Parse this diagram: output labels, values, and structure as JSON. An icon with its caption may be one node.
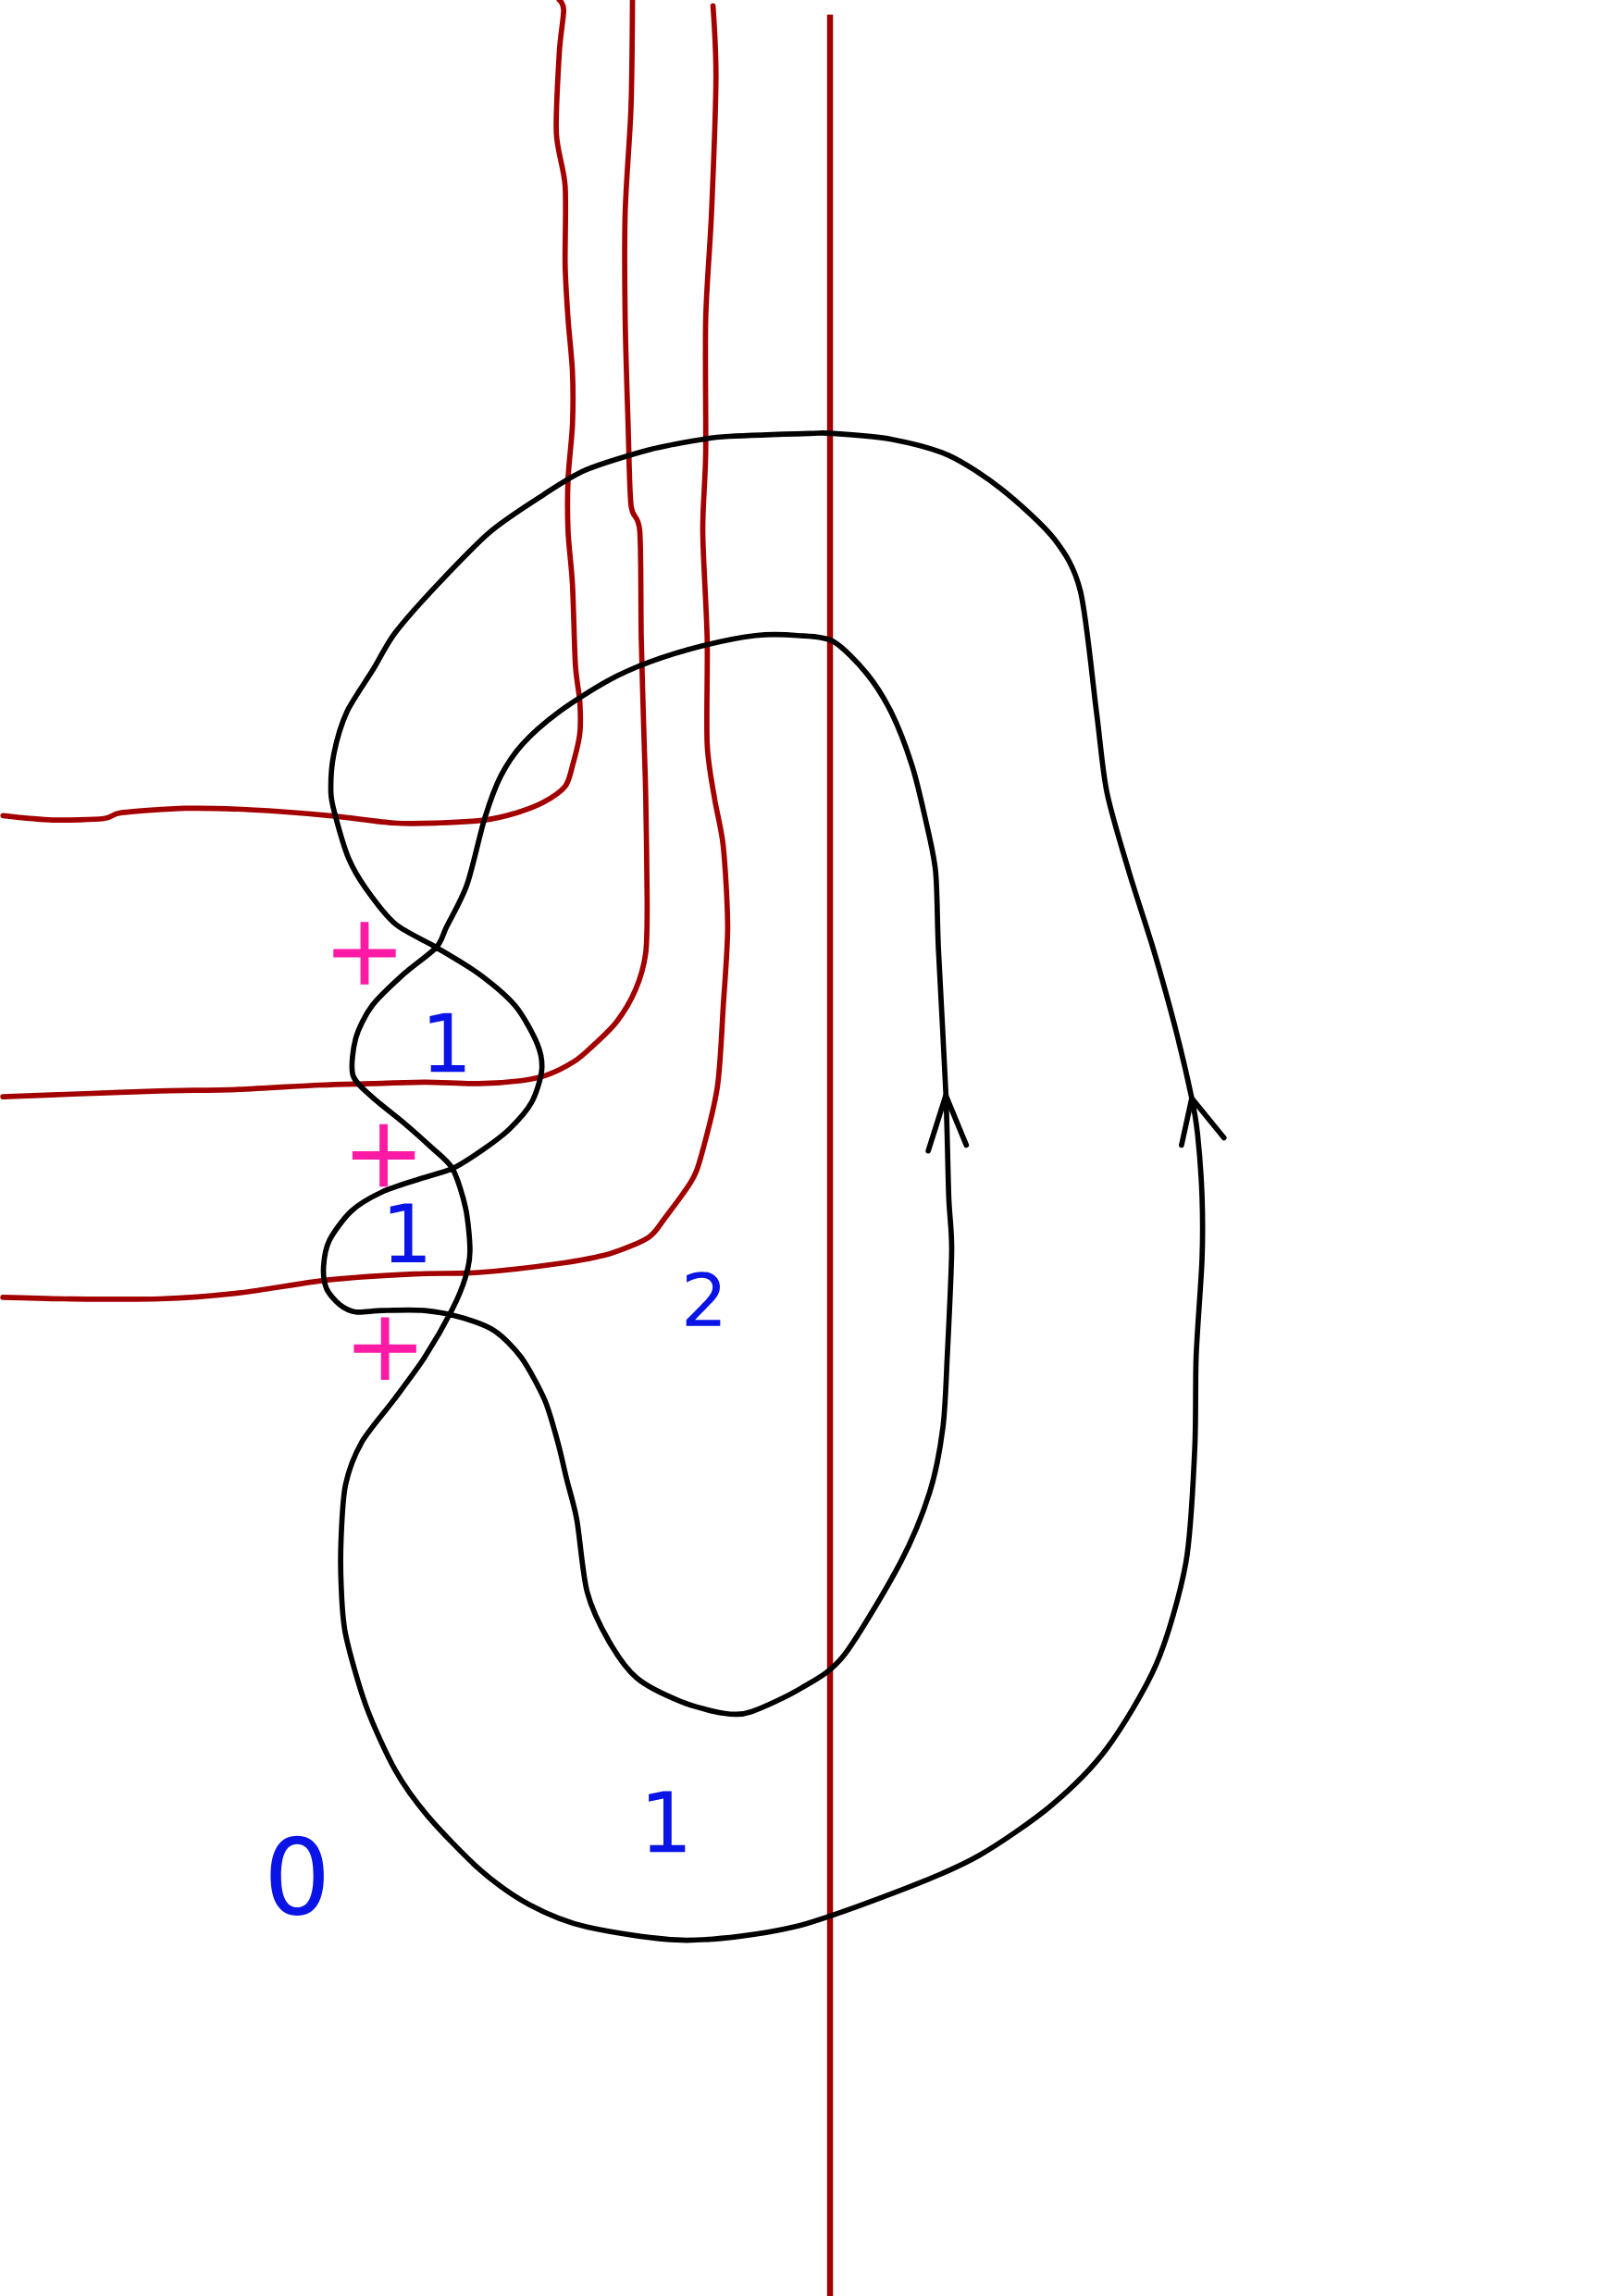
{
  "diagram": {
    "labels": [
      "+",
      "1",
      "+",
      "1",
      "2",
      "+",
      "1",
      "0"
    ]
  }
}
